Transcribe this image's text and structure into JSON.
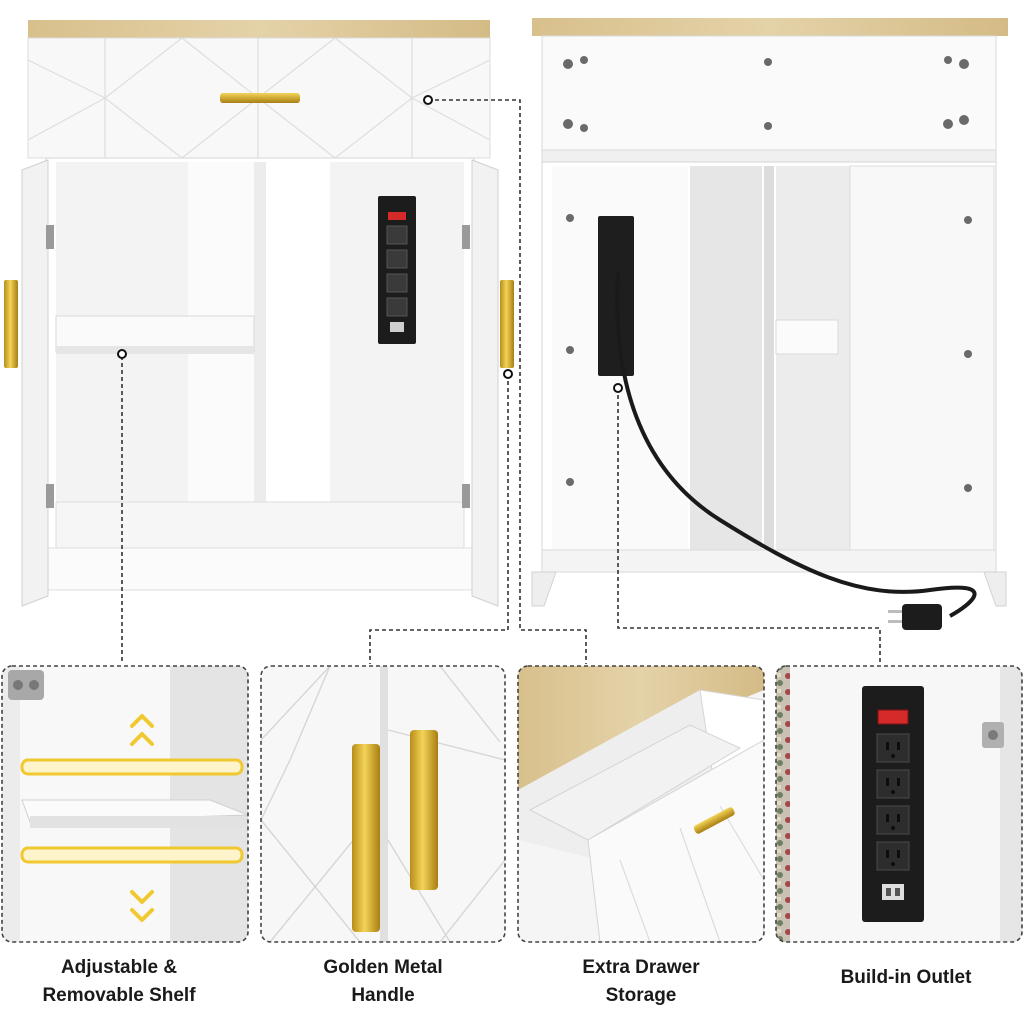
{
  "features": [
    {
      "id": "shelf",
      "line1": "Adjustable &",
      "line2": "Removable Shelf"
    },
    {
      "id": "handle",
      "line1": "Golden Metal",
      "line2": "Handle"
    },
    {
      "id": "drawer",
      "line1": "Extra Drawer",
      "line2": "Storage"
    },
    {
      "id": "outlet",
      "line1": "Build-in Outlet",
      "line2": ""
    }
  ],
  "colors": {
    "cabinet_white": "#f7f7f7",
    "wood_top": "#dcc79a",
    "gold": "#d9b23a",
    "outlet_black": "#1c1c1c",
    "switch_red": "#d42a2a",
    "guide_arrow": "#f0c830"
  },
  "icons": [
    "power-outlet-icon",
    "usb-port-icon",
    "power-plug-icon",
    "chevron-up-icon",
    "chevron-down-icon",
    "hinge-icon"
  ]
}
